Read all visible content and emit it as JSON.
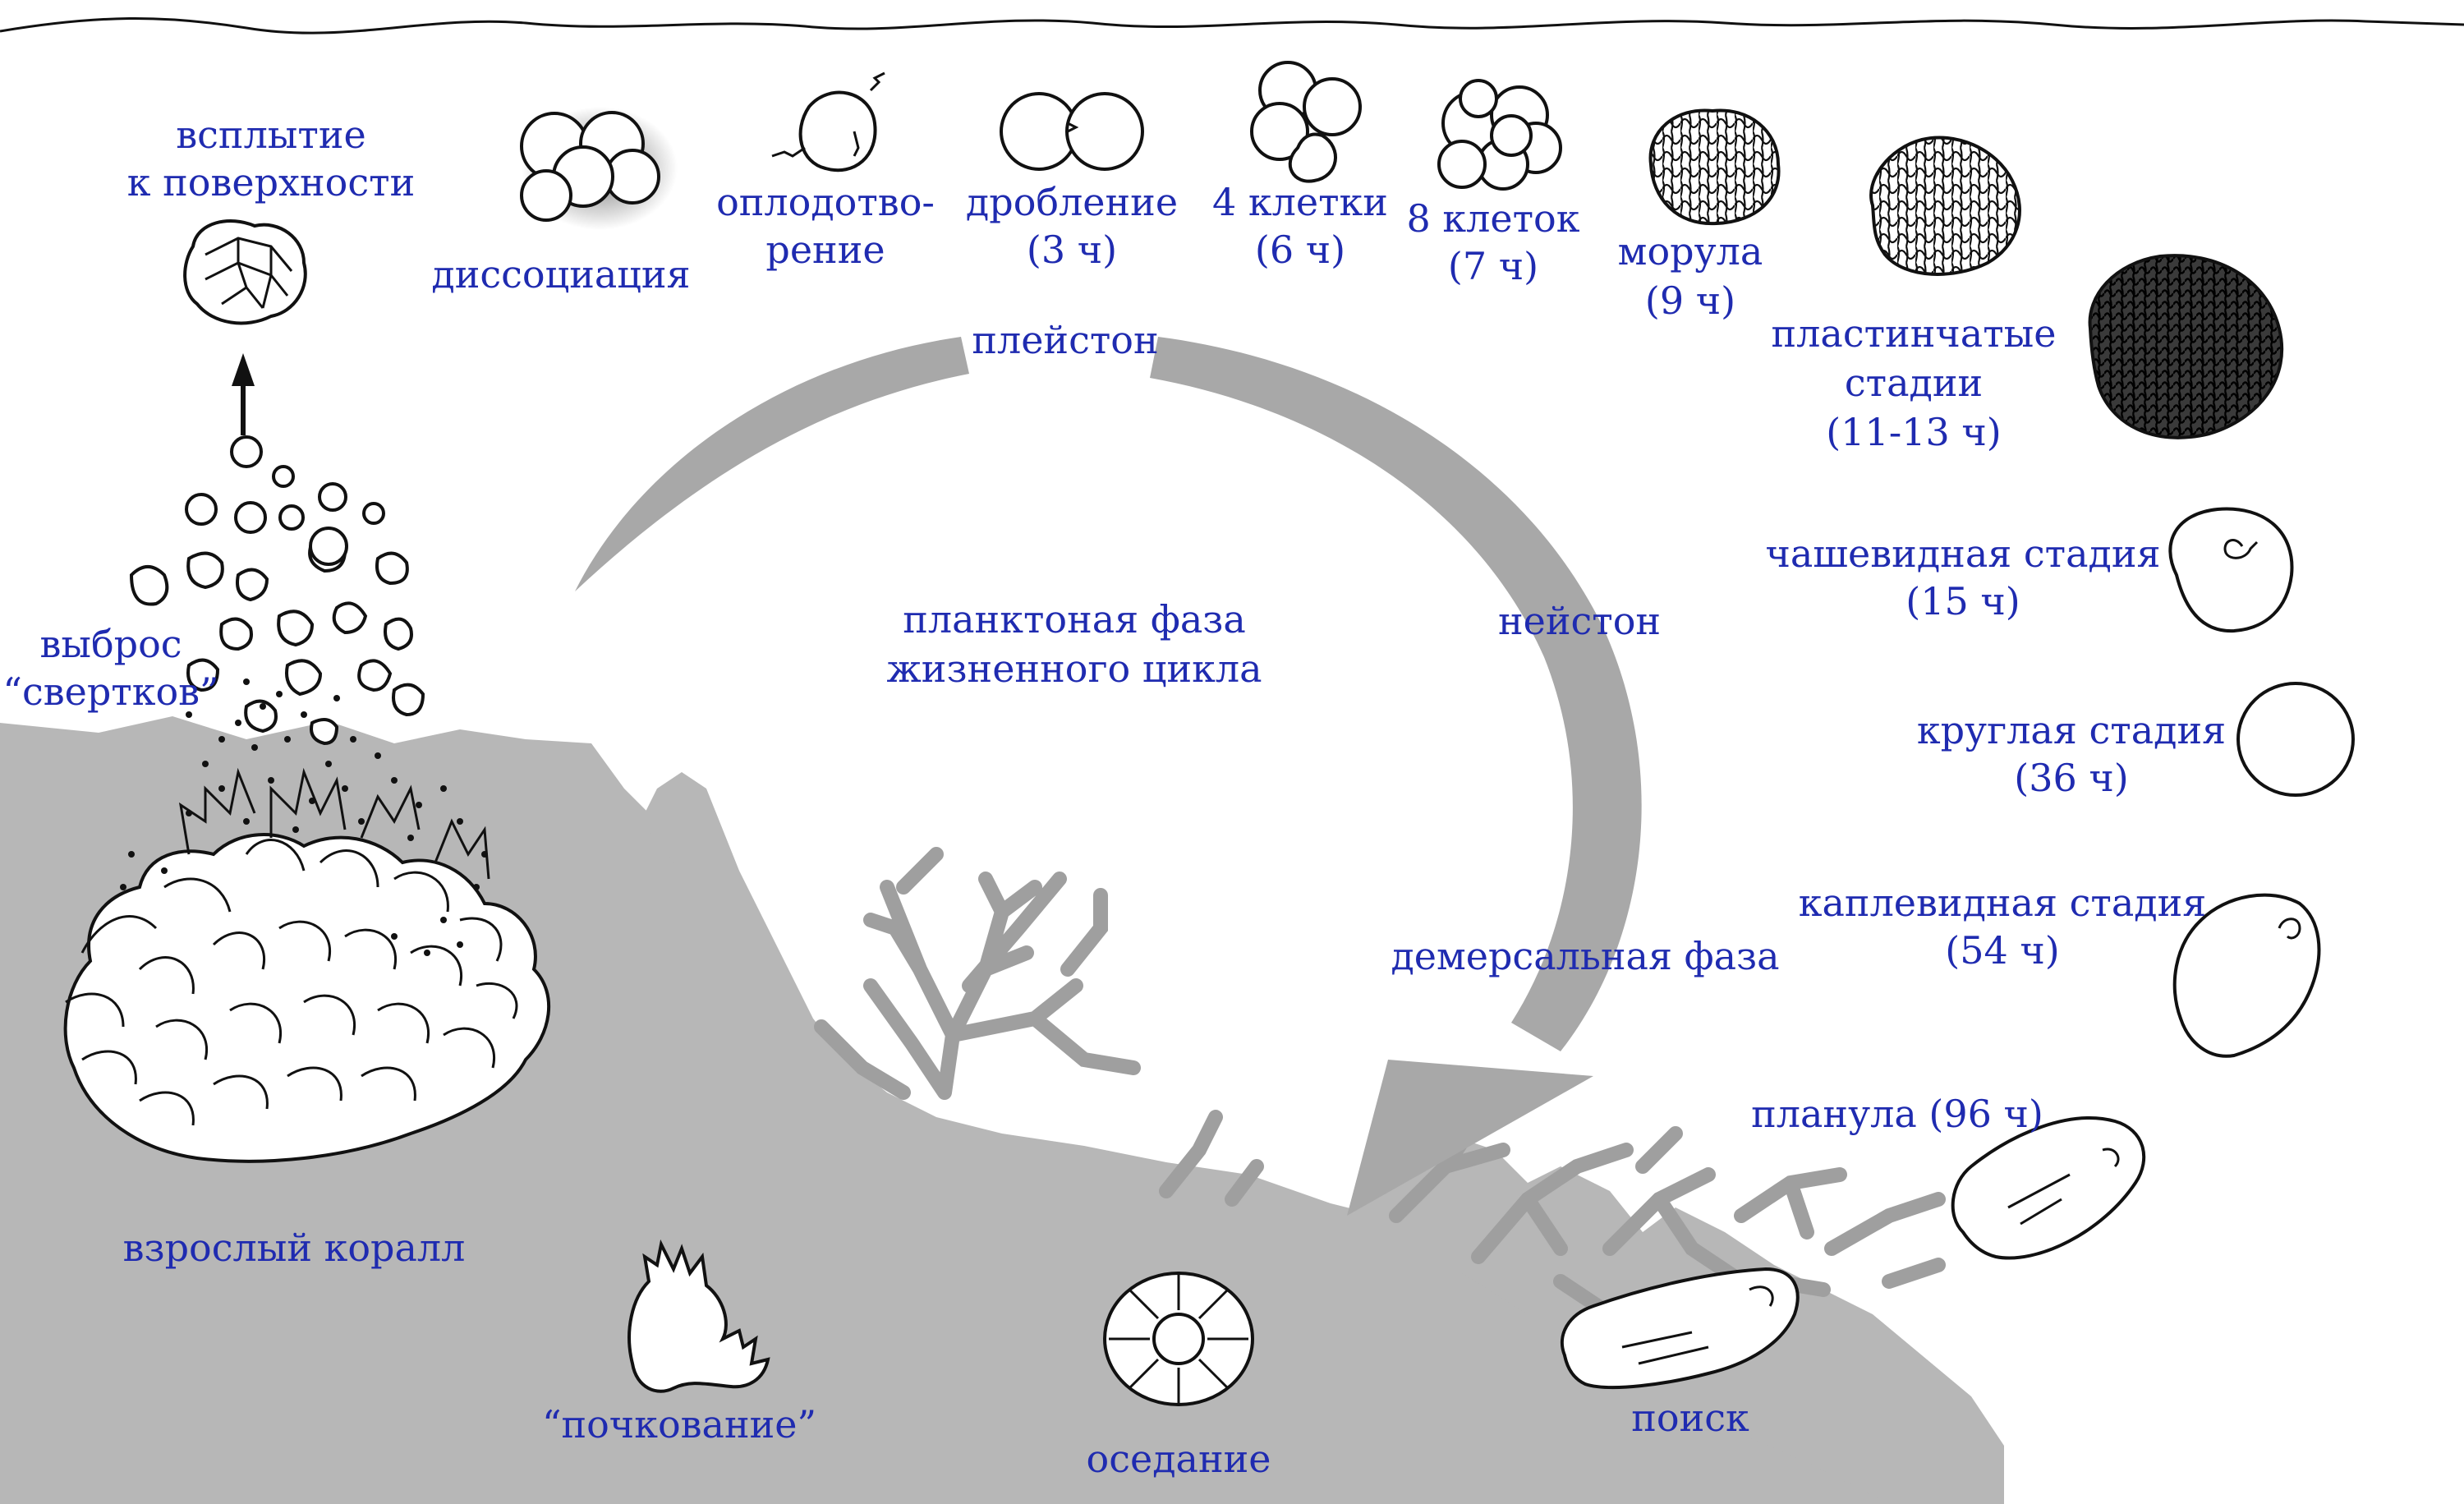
{
  "colors": {
    "label": "#1f2bb0",
    "seafloor": "#b7b7b7",
    "arrow": "#a8a8a8",
    "outline": "#111111"
  },
  "labels": {
    "surfacing": [
      "всплытие",
      "к поверхности"
    ],
    "dissociation": [
      "диссоциация"
    ],
    "fertilization": [
      "оплодотво-",
      "рение"
    ],
    "cleavage": [
      "дробление",
      "(3 ч)"
    ],
    "cells4": [
      "4 клетки",
      "(6 ч)"
    ],
    "cells8": [
      "8 клеток",
      "(7 ч)"
    ],
    "morula": [
      "морула",
      "(9 ч)"
    ],
    "plate_stages": [
      "пластинчатые",
      "стадии",
      "(11-13 ч)"
    ],
    "cup_stage": [
      "чашевидная стадия",
      "(15 ч)"
    ],
    "round_stage": [
      "круглая стадия",
      "(36 ч)"
    ],
    "drop_stage": [
      "каплевидная стадия",
      "(54 ч)"
    ],
    "planula": [
      "планула (96 ч)"
    ],
    "bundle_release": [
      "выброс",
      "“свертков”"
    ],
    "planktonic_phase": [
      "планктоная фаза",
      "жизненного цикла"
    ],
    "pleuston": [
      "плейстон"
    ],
    "neuston": [
      "нейстон"
    ],
    "demersal_phase": [
      "демерсальная фаза"
    ],
    "adult_coral": [
      "взрослый коралл"
    ],
    "budding": [
      "“почкование”"
    ],
    "settlement": [
      "оседание"
    ],
    "search": [
      "поиск"
    ]
  },
  "icons": [
    "water-surface-line",
    "egg-sperm-bundle-icon",
    "dissociation-icon",
    "fertilized-egg-icon",
    "two-cell-icon",
    "four-cell-icon",
    "eight-cell-icon",
    "morula-icon",
    "prawn-chip-icon",
    "plate-stage-icon",
    "cup-stage-icon",
    "round-stage-icon",
    "drop-stage-icon",
    "planula-icon",
    "searching-larva-icon",
    "settled-polyp-icon",
    "budding-polyp-icon",
    "adult-coral-icon",
    "life-cycle-arrow",
    "seafloor-silhouette",
    "branching-coral-silhouette"
  ]
}
